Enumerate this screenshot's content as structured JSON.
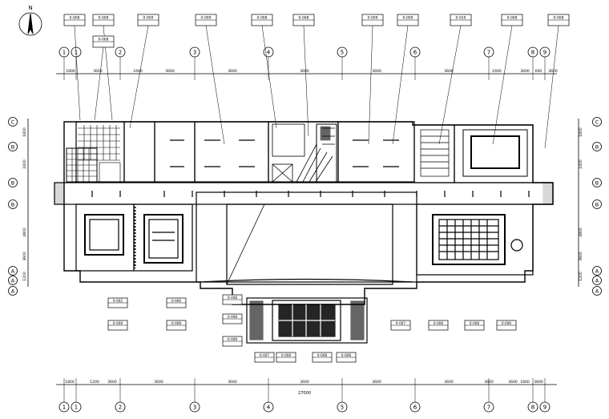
{
  "drawing": {
    "north_symbol": "N",
    "grid_columns": [
      "1",
      "1",
      "2",
      "3",
      "4",
      "5",
      "6",
      "7",
      "8",
      "9"
    ],
    "grid_rows": [
      "C",
      "B",
      "B",
      "B",
      "A",
      "A",
      "A"
    ],
    "top_dims": [
      "1800",
      "3600",
      "2400",
      "3600",
      "3600",
      "3600",
      "3600",
      "3600",
      "2400",
      "3600",
      "600",
      "3600"
    ],
    "bottom_dims": [
      "1800",
      "1200",
      "3600",
      "3600",
      "3600",
      "3600",
      "3600",
      "3600",
      "3600",
      "3600",
      "1800",
      "3600"
    ],
    "bottom_total": "27000",
    "left_dims": [
      "1800",
      "2400",
      "4800",
      "3600",
      "1200"
    ],
    "right_dims": [
      "1800",
      "2400",
      "4800",
      "3600",
      "1200"
    ],
    "tag_top": [
      "0-008",
      "0-008",
      "0-009",
      "0-009",
      "0-008",
      "0-008",
      "0-009",
      "0-009",
      "0-010",
      "0-008",
      "0-008",
      "0-008"
    ],
    "tag_bottom": [
      "0-002",
      "0-008",
      "0-006",
      "0-008",
      "0-008",
      "0-008",
      "0-008",
      "0-007",
      "0-008",
      "0-008",
      "0-008",
      "0-007",
      "0-008",
      "0-008",
      "0-006"
    ]
  }
}
